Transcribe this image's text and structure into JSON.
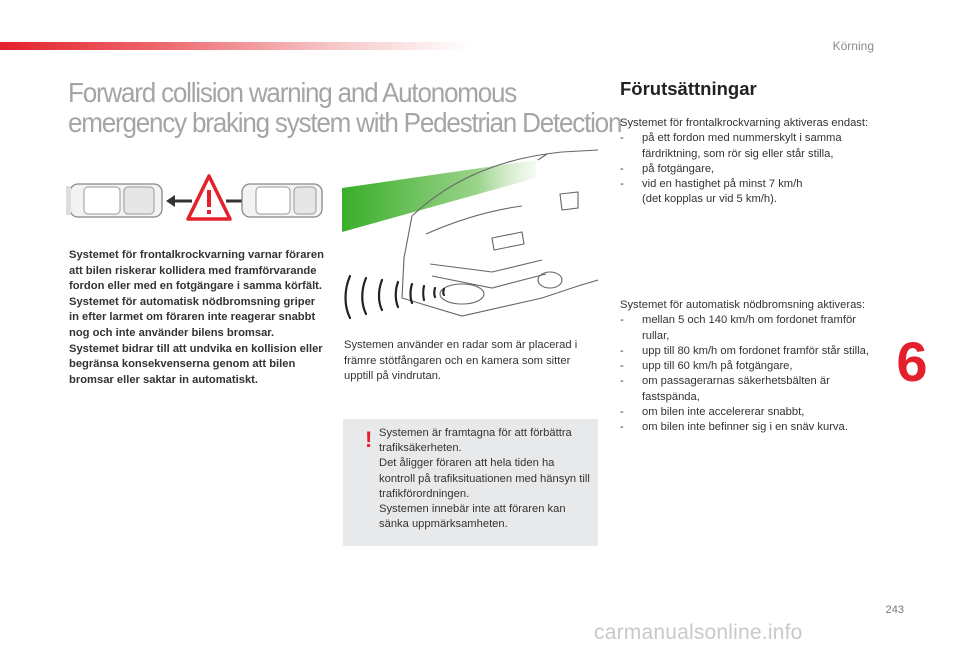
{
  "header": {
    "section": "Körning",
    "accent_color": "#e3202b"
  },
  "title": {
    "line1": "Forward collision warning and Autonomous",
    "line2": "emergency braking system with Pedestrian Detection"
  },
  "illustrations": {
    "left": "cars-warning-triangle-icon",
    "right": "van-radar-camera-icon"
  },
  "left_column": {
    "bold_paragraphs": [
      "Systemet för frontalkrockvarning varnar föraren att bilen riskerar kollidera med framförvarande fordon eller med en fotgängare i samma körfält.",
      "Systemet för automatisk nödbromsning griper in efter larmet om föraren inte reagerar snabbt nog och inte använder bilens bromsar.",
      "Systemet bidrar till att undvika en kollision eller begränsa konsekvenserna genom att bilen bromsar eller saktar in automatiskt."
    ]
  },
  "middle_column": {
    "radar_text": "Systemen använder en radar som är placerad i främre stötfångaren och en kamera som sitter upptill på vindrutan.",
    "warning_box": {
      "icon": "!",
      "paragraphs": [
        "Systemen är framtagna för att förbättra trafiksäkerheten.",
        "Det åligger föraren att hela tiden ha kontroll på trafiksituationen med hänsyn till trafikförordningen.",
        "Systemen innebär inte att föraren kan sänka uppmärksamheten."
      ]
    }
  },
  "right_column": {
    "heading": "Förutsättningar",
    "block1": {
      "intro": "Systemet för frontalkrockvarning aktiveras endast:",
      "items": [
        {
          "dash": "-",
          "text": "på ett fordon med nummerskylt i samma färdriktning, som rör sig eller står stilla,"
        },
        {
          "dash": "-",
          "text": "på fotgängare,"
        },
        {
          "dash": "-",
          "text": "vid en hastighet på minst 7 km/h"
        }
      ],
      "note": "(det kopplas ur vid 5 km/h)."
    },
    "block2": {
      "intro": "Systemet för automatisk nödbromsning aktiveras:",
      "items": [
        {
          "dash": "-",
          "text": "mellan 5 och 140 km/h om fordonet framför rullar,"
        },
        {
          "dash": "-",
          "text": "upp till 80 km/h om fordonet framför står stilla,"
        },
        {
          "dash": "-",
          "text": "upp till 60 km/h på fotgängare,"
        },
        {
          "dash": "-",
          "text": "om passagerarnas säkerhetsbälten är fastspända,"
        },
        {
          "dash": "-",
          "text": "om bilen inte accelererar snabbt,"
        },
        {
          "dash": "-",
          "text": "om bilen inte befinner sig i en snäv kurva."
        }
      ]
    }
  },
  "side": {
    "chapter_number": "6"
  },
  "footer": {
    "page_number": "243",
    "watermark": "carmanualsonline.info"
  }
}
